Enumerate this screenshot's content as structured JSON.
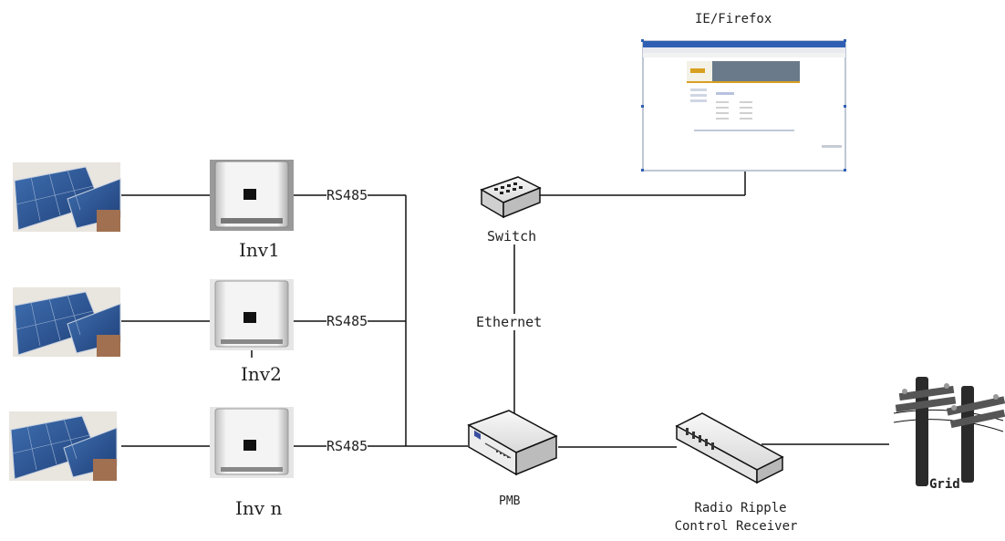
{
  "browser": {
    "label": "IE/Firefox"
  },
  "switch": {
    "label": "Switch"
  },
  "ethernet": {
    "label": "Ethernet"
  },
  "inverters": [
    {
      "name": "Inv1",
      "bus_label": "RS485"
    },
    {
      "name": "Inv2",
      "bus_label": "RS485"
    },
    {
      "name": "Inv n",
      "bus_label": "RS485"
    }
  ],
  "pmb": {
    "label": "PMB"
  },
  "receiver": {
    "label_line1": "Radio Ripple",
    "label_line2": "Control Receiver"
  },
  "grid": {
    "label": "Grid"
  }
}
